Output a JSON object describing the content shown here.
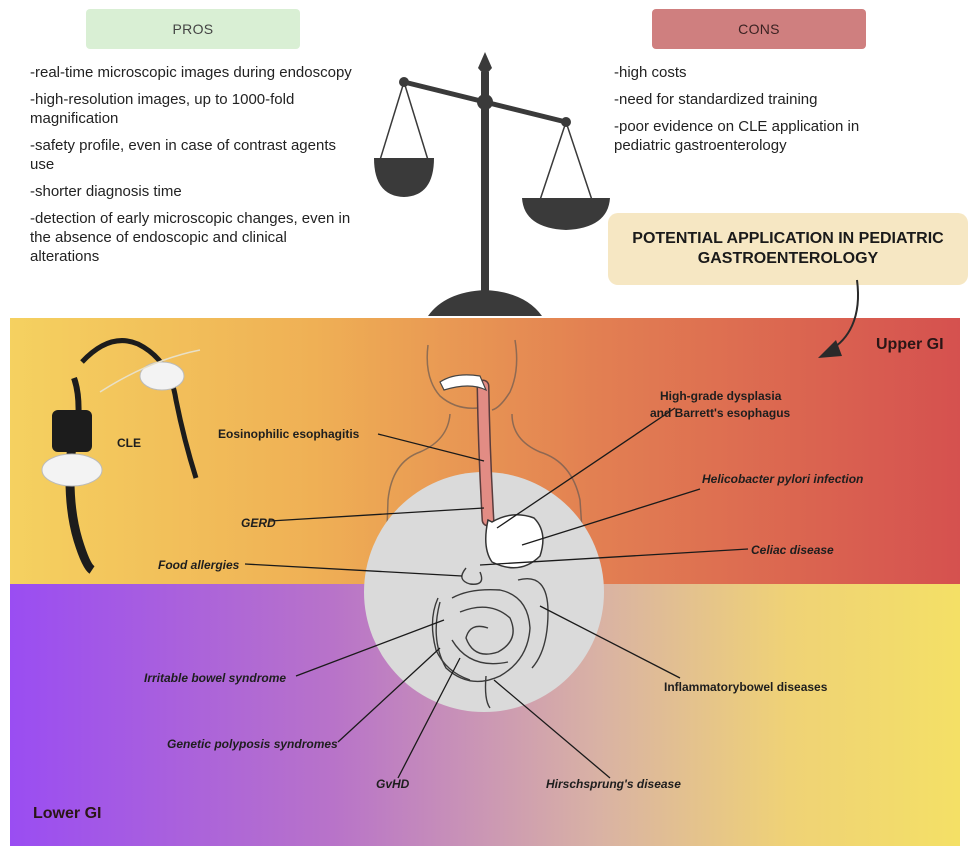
{
  "pros": {
    "title": "PROS",
    "items": [
      "-real-time microscopic images during endoscopy",
      "-high-resolution images, up to 1000-fold magnification",
      "-safety profile, even in case of contrast agents use",
      "-shorter diagnosis time",
      "-detection of early microscopic changes, even in the absence of endoscopic and clinical alterations"
    ]
  },
  "cons": {
    "title": "CONS",
    "items": [
      "-high costs",
      "-need for standardized training",
      "-poor evidence on CLE application in pediatric gastroenterology"
    ]
  },
  "potential": {
    "title": "POTENTIAL APPLICATION IN PEDIATRIC GASTROENTEROLOGY"
  },
  "regions": {
    "upper": "Upper GI",
    "lower": "Lower GI"
  },
  "device": {
    "label": "CLE"
  },
  "conditions": {
    "eosinophilic": "Eosinophilic esophagitis",
    "dysplasia_line1": "High-grade dysplasia",
    "dysplasia_line2": "and Barrett's esophagus",
    "hpylori": "Helicobacter pylori infection",
    "gerd": "GERD",
    "celiac": "Celiac disease",
    "food": "Food allergies",
    "ibs": "Irritable bowel syndrome",
    "ibd": "Inflammatorybowel diseases",
    "polyposis": "Genetic polyposis syndromes",
    "gvhd": "GvHD",
    "hirschsprung": "Hirschsprung's disease"
  },
  "colors": {
    "pros_header": "#d9efd4",
    "cons_header": "#cf7f7f",
    "potential_box": "#f6e7c3",
    "upper_gi": "#d5514f",
    "lower_gi": "#9a4df2"
  }
}
